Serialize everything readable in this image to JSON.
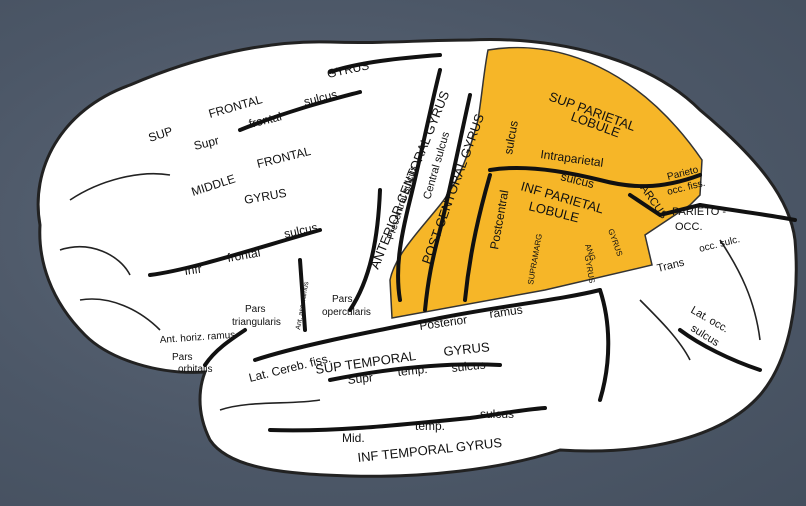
{
  "colors": {
    "background": "#4f5b6c",
    "brain_fill": "#ffffff",
    "highlight": "#f6b628",
    "sulcus_line": "#111111"
  },
  "highlighted_region": "parietal lobe",
  "labels": {
    "sup": "SUP",
    "frontal_top": "FRONTAL",
    "gyrus_top": "GYRUS",
    "supr_frontal": "Supr",
    "frontal_small": "frontal",
    "sulcus_top": "sulcus",
    "middle": "MIDDLE",
    "frontal_mid": "FRONTAL",
    "gyrus_mid": "GYRUS",
    "infr": "Infr",
    "frontal_low": "frontal",
    "sulcus_low": "sulcus",
    "anterior_central_gyrus": "ANTERIOR CENTORAL GYRUS",
    "precentral_sulcus": "Precentral sulcus",
    "central_sulcus": "Central sulcus",
    "post_centoral_gyrus": "POST CENTORAL GYRUS",
    "postcentral": "Postcentral",
    "sulcus_postc": "sulcus",
    "sup_parietal": "SUP PARIETAL",
    "lobule_top": "LOBULE",
    "intraparietal": "Intraparietal",
    "sulcus_ip": "sulcus",
    "inf_parietal": "INF PARIETAL",
    "lobule_bottom": "LOBULE",
    "supramarg": "SUPRAMARG",
    "gyrus_sm": "GYRUS",
    "ang": "ANG",
    "gyrus_ang": "GYRUS",
    "arcus": "ARCUS",
    "parieto_small": "Parieto",
    "occ_fiss": "occ. fiss.",
    "parieto_occ": "PARIETO -",
    "occ": "OCC.",
    "trans": "Trans",
    "occ_sulc": "occ. sulc.",
    "lat_occ": "Lat. occ.",
    "sulcus_occ": "sulcus",
    "pars_triangularis_1": "Pars",
    "pars_triangularis_2": "triangularis",
    "ant_asc_ramus": "Ant. asc. ramus",
    "pars_opercularis_1": "Pars",
    "pars_opercularis_2": "opercularis",
    "ant_horiz_ramus": "Ant. horiz. ramus",
    "pars_orbitalis_1": "Pars",
    "pars_orbitalis_2": "orbitalis",
    "lat_cereb_fiss": "Lat. Cereb. fiss.",
    "posterior": "Posterior",
    "ramus": "ramus",
    "sup_temporal": "SUP  TEMPORAL",
    "gyrus_sup_temp": "GYRUS",
    "supr": "Supr",
    "temp": "temp.",
    "sulcus_temp": "sulcus",
    "mid": "Mid.",
    "temp_mid": "temp.",
    "sulcus_mid": "sulcus",
    "inf_temporal_gyrus": "INF  TEMPORAL  GYRUS"
  }
}
